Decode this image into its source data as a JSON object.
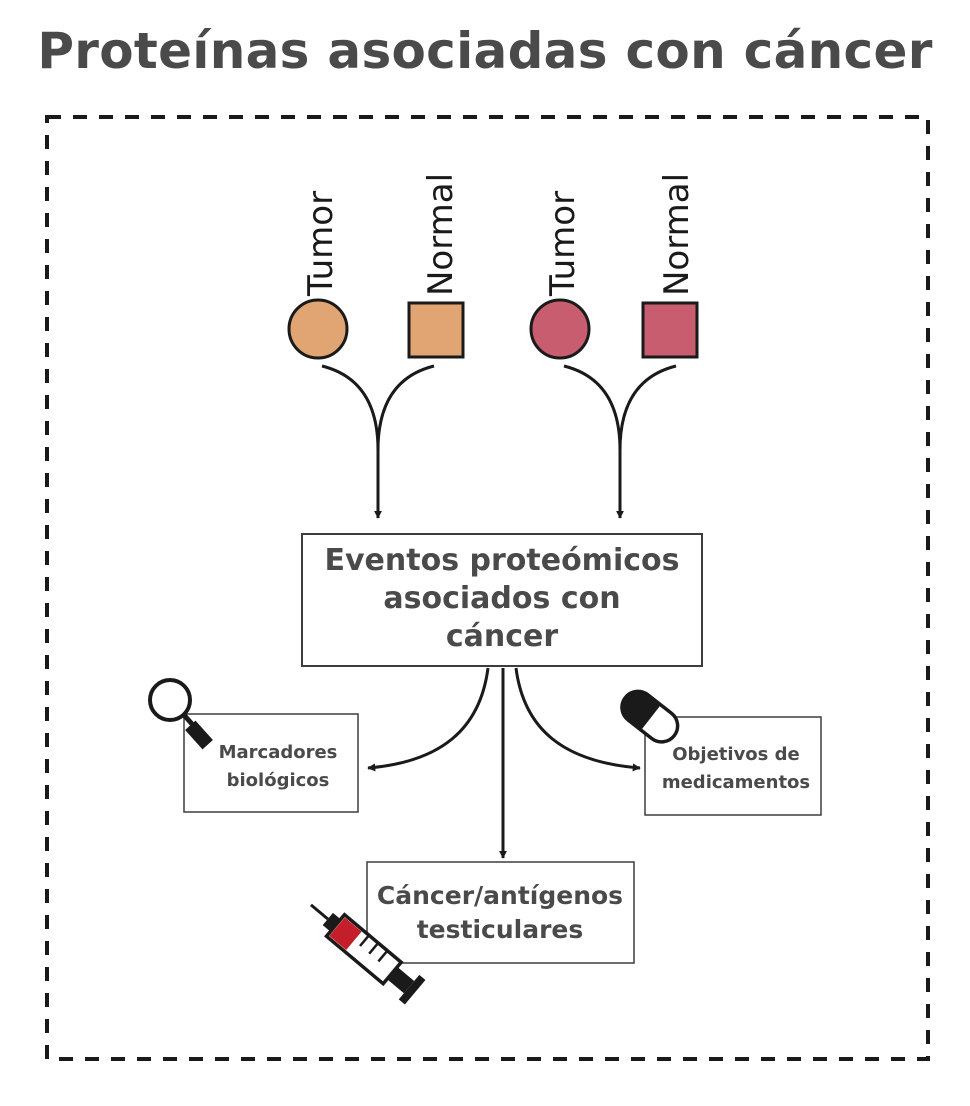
{
  "title": "Proteínas asociadas con cáncer",
  "samples": [
    {
      "label": "Tumor",
      "shape": "circle",
      "color": "#e1a574"
    },
    {
      "label": "Normal",
      "shape": "square",
      "color": "#e1a574"
    },
    {
      "label": "Tumor",
      "shape": "circle",
      "color": "#c75d6e"
    },
    {
      "label": "Normal",
      "shape": "square",
      "color": "#c75d6e"
    }
  ],
  "center_box": {
    "lines": [
      "Eventos proteómicos",
      "asociados con",
      "cáncer"
    ]
  },
  "outputs": {
    "left": {
      "lines": [
        "Marcadores",
        "biológicos"
      ],
      "icon": "magnifier-icon"
    },
    "right": {
      "lines": [
        "Objetivos de",
        "medicamentos"
      ],
      "icon": "pill-capsule-icon"
    },
    "bottom": {
      "lines": [
        "Cáncer/antígenos",
        "testiculares"
      ],
      "icon": "syringe-icon"
    }
  },
  "colors": {
    "stroke": "#1a1a1a",
    "text": "#4a4a4a",
    "syringe_fill": "#c41e2a"
  }
}
